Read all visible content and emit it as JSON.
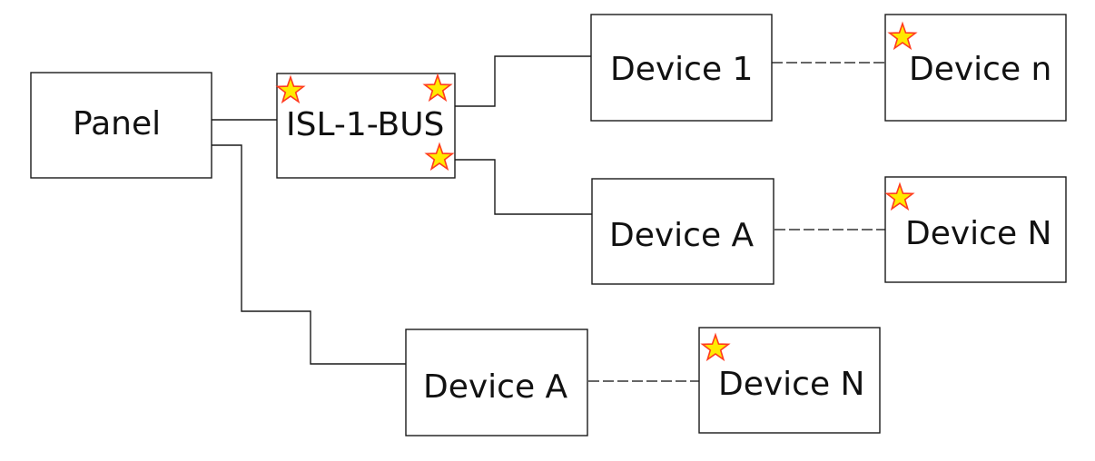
{
  "nodes": {
    "panel": "Panel",
    "isl_bus": "ISL-1-BUS",
    "device_1": "Device 1",
    "device_n_lower": "Device n",
    "device_a_upper": "Device A",
    "device_n_upper": "Device N",
    "device_a_lower": "Device A",
    "device_n_lower_row": "Device N"
  },
  "marker": {
    "icon": "star-icon",
    "fill": "#ffea00",
    "stroke": "#ff3b1f"
  }
}
